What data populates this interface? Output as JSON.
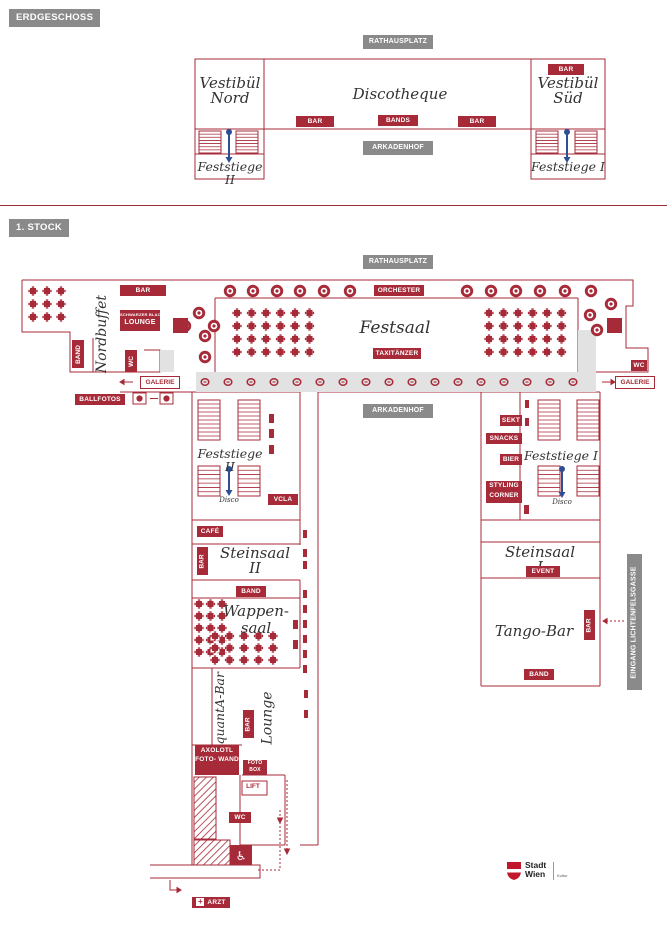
{
  "colors": {
    "accent": "#a72a38",
    "grey": "#8a8a8a",
    "light_grey": "#e2e2e2",
    "stair_blue": "#2f4f95"
  },
  "floors": {
    "ground": "ERDGESCHOSS",
    "first": "1. STOCK"
  },
  "ground": {
    "street_top": "RATHAUSPLATZ",
    "street_bottom": "ARKADENHOF",
    "vestibul_nord": "Vestibül Nord",
    "discotheque": "Discotheque",
    "vestibul_sued": "Vestibül Süd",
    "feststiege_2": "Feststiege II",
    "feststiege_1": "Feststiege I",
    "bar_left": "BAR",
    "bands": "BANDS",
    "bar_right": "BAR",
    "bar_sued": "BAR"
  },
  "first": {
    "street_top": "RATHAUSPLATZ",
    "street_mid": "ARKADENHOF",
    "nordbuffet": "Nordbuffet",
    "festsaal": "Festsaal",
    "bar": "BAR",
    "lounge": "LOUNGE",
    "lounge_brand": "SCHWARZER BLACK",
    "orchester": "ORCHESTER",
    "taxitaenzer": "TAXITÄNZER",
    "band_vertical": "BAND",
    "wc_left": "WC",
    "wc_right": "WC",
    "galerie_left": "GALERIE",
    "galerie_right": "GALERIE",
    "ballfotos": "BALLFOTOS",
    "feststiege_2": "Feststiege II",
    "feststiege_1": "Feststiege I",
    "disco_left": "Disco",
    "disco_right": "Disco",
    "vcla": "VCLA",
    "sekt": "SEKT",
    "snacks": "SNACKS",
    "bier": "BIER",
    "styling_corner": "STYLING CORNER",
    "cafe": "CAFÉ",
    "bar_steinsaal": "BAR",
    "steinsaal_2": "Steinsaal II",
    "band_steinsaal": "BAND",
    "steinsaal_1": "Steinsaal I",
    "event": "EVENT",
    "wappensaal": "Wappen- saal",
    "tango_bar": "Tango-Bar",
    "bar_tango": "BAR",
    "band_tango": "BAND",
    "eingang": "EINGANG LICHTENFELSGASSE",
    "quanta_bar": "quantA-Bar",
    "bar_quanta": "BAR",
    "lounge_script": "Lounge",
    "axolotl": "AXOLOTL FOTO- WAND",
    "fotobox": "FOTO BOX",
    "lift": "LIFT",
    "wc_bottom": "WC",
    "arzt": "ARZT"
  },
  "logo": {
    "text": "Stadt Wien",
    "subtext": "Kultur"
  }
}
